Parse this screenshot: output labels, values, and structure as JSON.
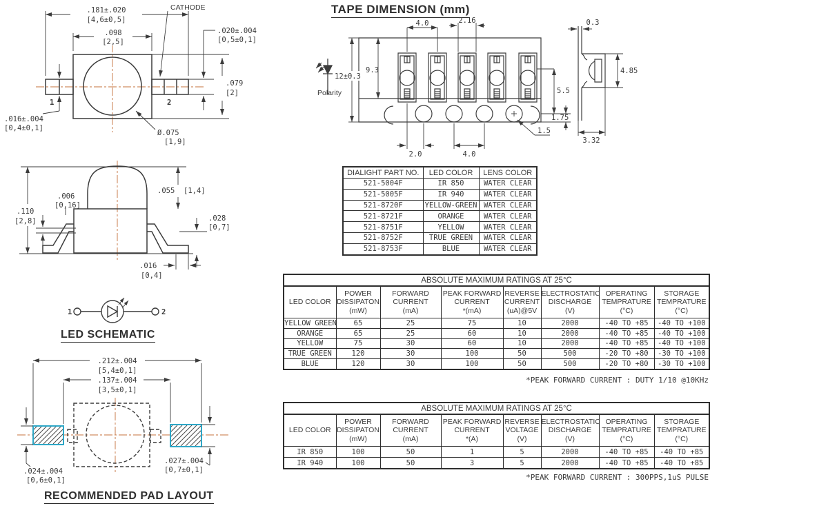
{
  "colors": {
    "line": "#3c3c3c",
    "centerline": "#c4713b",
    "pad_border": "#2ea7c7",
    "table_border": "#2e2e2e",
    "text": "#3a3a3a"
  },
  "top_view": {
    "overall_in": ".181±.020",
    "overall_mm": "[4,6±0,5]",
    "cathode": "CATHODE",
    "lead_len_in": ".020±.004",
    "lead_len_mm": "[0,5±0,1]",
    "body_in": ".098",
    "body_mm": "[2,5]",
    "height_in": ".079",
    "height_mm": "[2]",
    "lead_w_in": ".016±.004",
    "lead_w_mm": "[0,4±0,1]",
    "lens_in": "Ø.075",
    "lens_mm": "[1,9]",
    "pin1": "1",
    "pin2": "2"
  },
  "side_view": {
    "standoff_in": ".006",
    "standoff_mm": "[0,16]",
    "height_in": ".110",
    "height_mm": "[2,8]",
    "dome_in": ".055",
    "dome_mm": "[1,4]",
    "lead_in": ".028",
    "lead_mm": "[0,7]",
    "foot_in": ".016",
    "foot_mm": "[0,4]"
  },
  "schematic": {
    "title": "LED SCHEMATIC",
    "pin1": "1",
    "pin2": "2"
  },
  "pad_layout": {
    "title": "RECOMMENDED PAD LAYOUT",
    "outer_in": ".212±.004",
    "outer_mm": "[5,4±0,1]",
    "inner_in": ".137±.004",
    "inner_mm": "[3,5±0,1]",
    "left_in": ".024±.004",
    "left_mm": "[0,6±0,1]",
    "right_in": ".027±.004",
    "right_mm": "[0,7±0,1]"
  },
  "tape": {
    "title": "TAPE DIMENSION (mm)",
    "polarity": "Polarity",
    "pitch": "4.0",
    "pocket_width": "2.16",
    "pocket_top": "9.3",
    "tape_width": "12±0.3",
    "dim_5_5": "5.5",
    "dim_1_75": "1.75",
    "hole_dia": "1.5",
    "dim_2_0": "2.0",
    "dim_4_0": "4.0",
    "edge_thickness": "0.3",
    "pocket_depth": "4.85",
    "side_width": "3.32"
  },
  "part_table": {
    "headers": [
      "DIALIGHT PART NO.",
      "LED COLOR",
      "LENS COLOR"
    ],
    "rows": [
      [
        "521-5004F",
        "IR 850",
        "WATER CLEAR"
      ],
      [
        "521-5005F",
        "IR 940",
        "WATER CLEAR"
      ],
      [
        "521-8720F",
        "YELLOW-GREEN",
        "WATER CLEAR"
      ],
      [
        "521-8721F",
        "ORANGE",
        "WATER CLEAR"
      ],
      [
        "521-8751F",
        "YELLOW",
        "WATER CLEAR"
      ],
      [
        "521-8752F",
        "TRUE GREEN",
        "WATER CLEAR"
      ],
      [
        "521-8753F",
        "BLUE",
        "WATER CLEAR"
      ]
    ]
  },
  "ratings1": {
    "title": "ABSOLUTE MAXIMUM RATINGS AT 25°C",
    "headers": [
      "LED COLOR",
      "POWER\nDISSIPATON\n(mW)",
      "FORWARD\nCURRENT\n(mA)",
      "PEAK FORWARD\nCURRENT\n*(mA)",
      "REVERSE\nCURRENT\n(uA)@5V",
      "ELECTROSTATIC\nDISCHARGE\n(V)",
      "OPERATING\nTEMPRATURE\n(°C)",
      "STORAGE\nTEMPRATURE\n(°C)"
    ],
    "rows": [
      [
        "YELLOW GREEN",
        "65",
        "25",
        "75",
        "10",
        "2000",
        "-40 TO +85",
        "-40 TO +100"
      ],
      [
        "ORANGE",
        "65",
        "25",
        "60",
        "10",
        "2000",
        "-40 TO +85",
        "-40 TO +100"
      ],
      [
        "YELLOW",
        "75",
        "30",
        "60",
        "10",
        "2000",
        "-40 TO +85",
        "-40 TO +100"
      ],
      [
        "TRUE GREEN",
        "120",
        "30",
        "100",
        "50",
        "500",
        "-20 TO +80",
        "-30 TO +100"
      ],
      [
        "BLUE",
        "120",
        "30",
        "100",
        "50",
        "500",
        "-20 TO +80",
        "-30 TO +100"
      ]
    ],
    "note": "*PEAK FORWARD CURRENT : DUTY 1/10 @10KHz"
  },
  "ratings2": {
    "title": "ABSOLUTE MAXIMUM RATINGS AT 25°C",
    "headers": [
      "LED COLOR",
      "POWER\nDISSIPATON\n(mW)",
      "FORWARD\nCURRENT\n(mA)",
      "PEAK FORWARD\nCURRENT\n*(A)",
      "REVERSE\nVOLTAGE\n(V)",
      "ELECTROSTATIC\nDISCHARGE\n(V)",
      "OPERATING\nTEMPRATURE\n(°C)",
      "STORAGE\nTEMPRATURE\n(°C)"
    ],
    "rows": [
      [
        "IR 850",
        "100",
        "50",
        "1",
        "5",
        "2000",
        "-40 TO +85",
        "-40 TO +85"
      ],
      [
        "IR 940",
        "100",
        "50",
        "3",
        "5",
        "2000",
        "-40 TO +85",
        "-40 TO +85"
      ]
    ],
    "note": "*PEAK FORWARD CURRENT : 300PPS,1uS PULSE"
  }
}
